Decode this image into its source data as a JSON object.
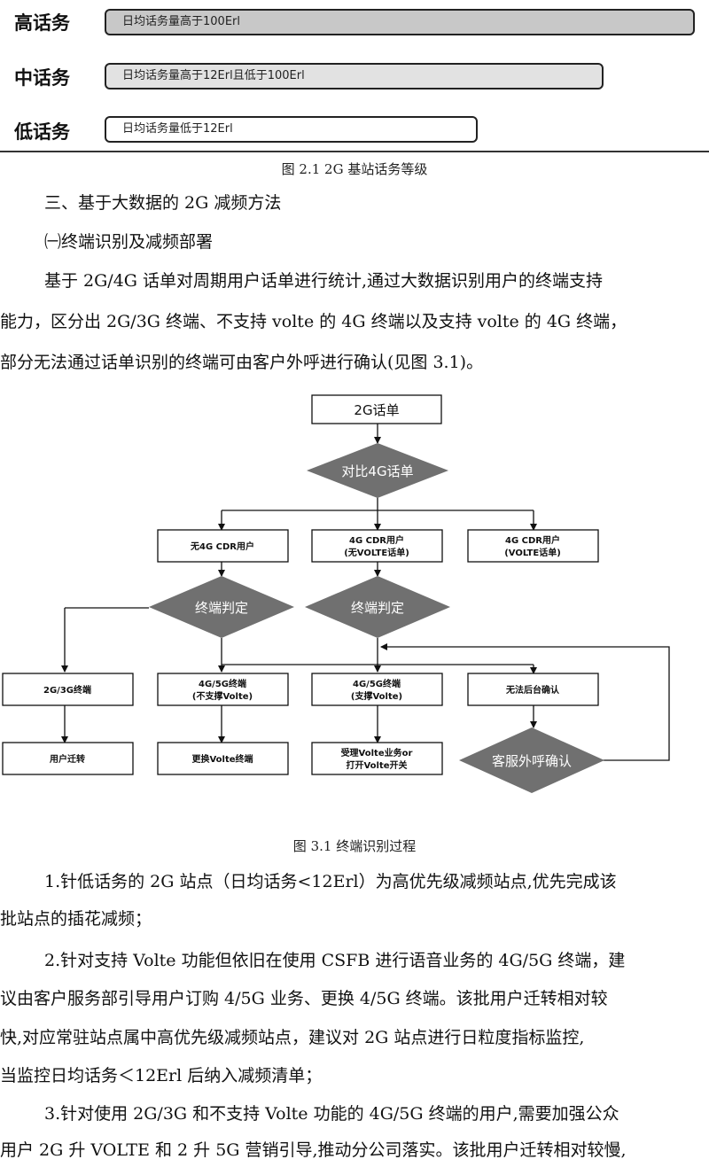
{
  "figure1": {
    "levels": [
      {
        "label": "高话务",
        "desc": "日均话务量高于100Erl"
      },
      {
        "label": "中话务",
        "desc": "日均话务量高于12Erl且低于100Erl"
      },
      {
        "label": "低话务",
        "desc": "日均话务量低于12Erl"
      }
    ],
    "caption": "图 2.1 2G 基站话务等级"
  },
  "section_heading": "三、基于大数据的 2G 减频方法",
  "sub_heading": "㈠终端识别及减频部署",
  "intro_para": [
    "基于 2G/4G 话单对周期用户话单进行统计,通过大数据识别用户的终端支持",
    "能力，区分出 2G/3G 终端、不支持 volte 的 4G 终端以及支持 volte 的 4G 终端，",
    "部分无法通过话单识别的终端可由客户外呼进行确认(见图 3.1)。"
  ],
  "flowchart": {
    "start": "2G话单",
    "compare": "对比4G话单",
    "cat1": "无4G CDR用户",
    "cat2_l1": "4G CDR用户",
    "cat2_l2": "(无VOLTE话单)",
    "cat3_l1": "4G CDR用户",
    "cat3_l2": "(VOLTE话单)",
    "judge1": "终端判定",
    "judge2": "终端判定",
    "t1": "2G/3G终端",
    "t2_l1": "4G/5G终端",
    "t2_l2": "(不支撑Volte)",
    "t3_l1": "4G/5G终端",
    "t3_l2": "(支撑Volte)",
    "t4": "无法后台确认",
    "r1": "用户迁转",
    "r2": "更换Volte终端",
    "r3_l1": "受理Volte业务or",
    "r3_l2": "打开Volte开关",
    "callout": "客服外呼确认"
  },
  "figure3_caption": "图 3.1 终端识别过程",
  "items": [
    "1.针低话务的 2G 站点（日均话务<12Erl）为高优先级减频站点,优先完成该",
    "批站点的插花减频；",
    "2.针对支持 Volte 功能但依旧在使用 CSFB 进行语音业务的 4G/5G 终端，建",
    "议由客户服务部引导用户订购 4/5G 业务、更换 4/5G 终端。该批用户迁转相对较",
    "快,对应常驻站点属中高优先级减频站点，建议对 2G 站点进行日粒度指标监控,",
    "当监控日均话务＜12Erl 后纳入减频清单；",
    "3.针对使用 2G/3G 和不支持 Volte 功能的 4G/5G 终端的用户,需要加强公众",
    "用户 2G 升 VOLTE 和 2 升 5G 营销引导,推动分公司落实。该批用户迁转相对较慢,"
  ]
}
